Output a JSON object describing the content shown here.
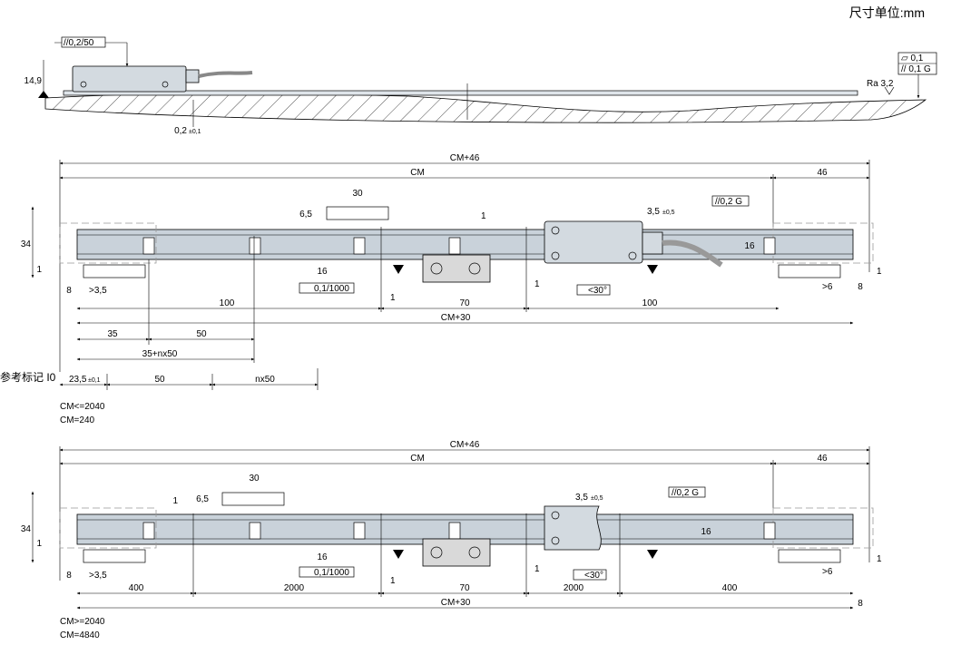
{
  "header": {
    "unit_label": "尺寸单位:mm"
  },
  "side_view": {
    "tolerance_frame": "//0,2/50",
    "height": "14,9",
    "gap": "0,2",
    "gap_tol": "±0,1",
    "roughness": "Ra 3,2",
    "flatness": "▱ 0,1",
    "parallel": "// 0,1 G"
  },
  "view1": {
    "cm46": "CM+46",
    "cm": "CM",
    "d46": "46",
    "d30": "30",
    "d6_5": "6,5",
    "d1a": "1",
    "d3_5": "3,5",
    "d3_5_tol": "±0,5",
    "par_g": "//0,2 G",
    "d34": "34",
    "d16a": "16",
    "d16b": "16",
    "d1b": "1",
    "d1c": "1",
    "flat_1000": "0,1/1000",
    "d1d": "1",
    "d1e": "1",
    "angle": "<30°",
    "d8l": "8",
    "gt3_5": ">3,5",
    "gt6": ">6",
    "d8r": "8",
    "d100l": "100",
    "d70": "70",
    "d100r": "100",
    "cm30": "CM+30",
    "d35": "35",
    "d50": "50",
    "d35n50": "35+nx50",
    "ref_mark": "参考标记 I0",
    "d23_5": "23,5",
    "d23_5_tol": "±0,1",
    "d50b": "50",
    "nx50": "nx50",
    "cond1": "CM<=2040",
    "cond2": "CM=240"
  },
  "view2": {
    "cm46": "CM+46",
    "cm": "CM",
    "d46": "46",
    "d30": "30",
    "d1a": "1",
    "d6_5": "6,5",
    "d3_5": "3,5",
    "d3_5_tol": "±0,5",
    "par_g": "//0,2 G",
    "d34": "34",
    "d1b": "1",
    "d16a": "16",
    "d16b": "16",
    "flat_1000": "0,1/1000",
    "d1c": "1",
    "d1d": "1",
    "d1e": "1",
    "angle": "<30°",
    "d8l": "8",
    "gt3_5": ">3,5",
    "gt6": ">6",
    "d400l": "400",
    "d2000a": "2000",
    "d70": "70",
    "d2000b": "2000",
    "d400r": "400",
    "cm30": "CM+30",
    "d8r": "8",
    "cond1": "CM>=2040",
    "cond2": "CM=4840"
  }
}
